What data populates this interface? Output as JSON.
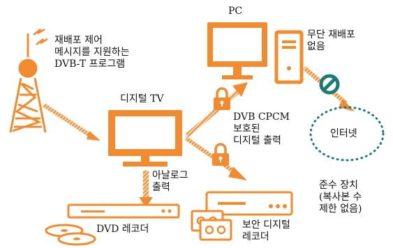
{
  "colors": {
    "accent": "#F28A2E",
    "accent_light": "#F6B27A",
    "internet": "#1C7B74",
    "text": "#111111"
  },
  "labels": {
    "broadcast": "재배포 제어\n메시지를 지원하는\nDVB-T 프로그램",
    "digital_tv": "디지털 TV",
    "pc": "PC",
    "unauthorized": "무단 재배포\n없음",
    "cpcm_output": "DVB CPCM\n보호된\n디지털 출력",
    "internet": "인터넷",
    "analog_output": "아날로그\n출력",
    "compliant_device": "준수 장치\n(복사본 수\n제한 없음)",
    "dvd_recorder": "DVD 레코더",
    "secure_recorder": "보안 디지털\n레코더"
  },
  "icons": {
    "tower": "broadcast-tower-icon",
    "tv": "television-icon",
    "pc_monitor": "monitor-icon",
    "pc_tower": "computer-tower-icon",
    "lock": "padlock-icon",
    "prohibited": "prohibited-icon",
    "dvd": "dvd-recorder-icon",
    "secure": "secure-recorder-icon"
  }
}
